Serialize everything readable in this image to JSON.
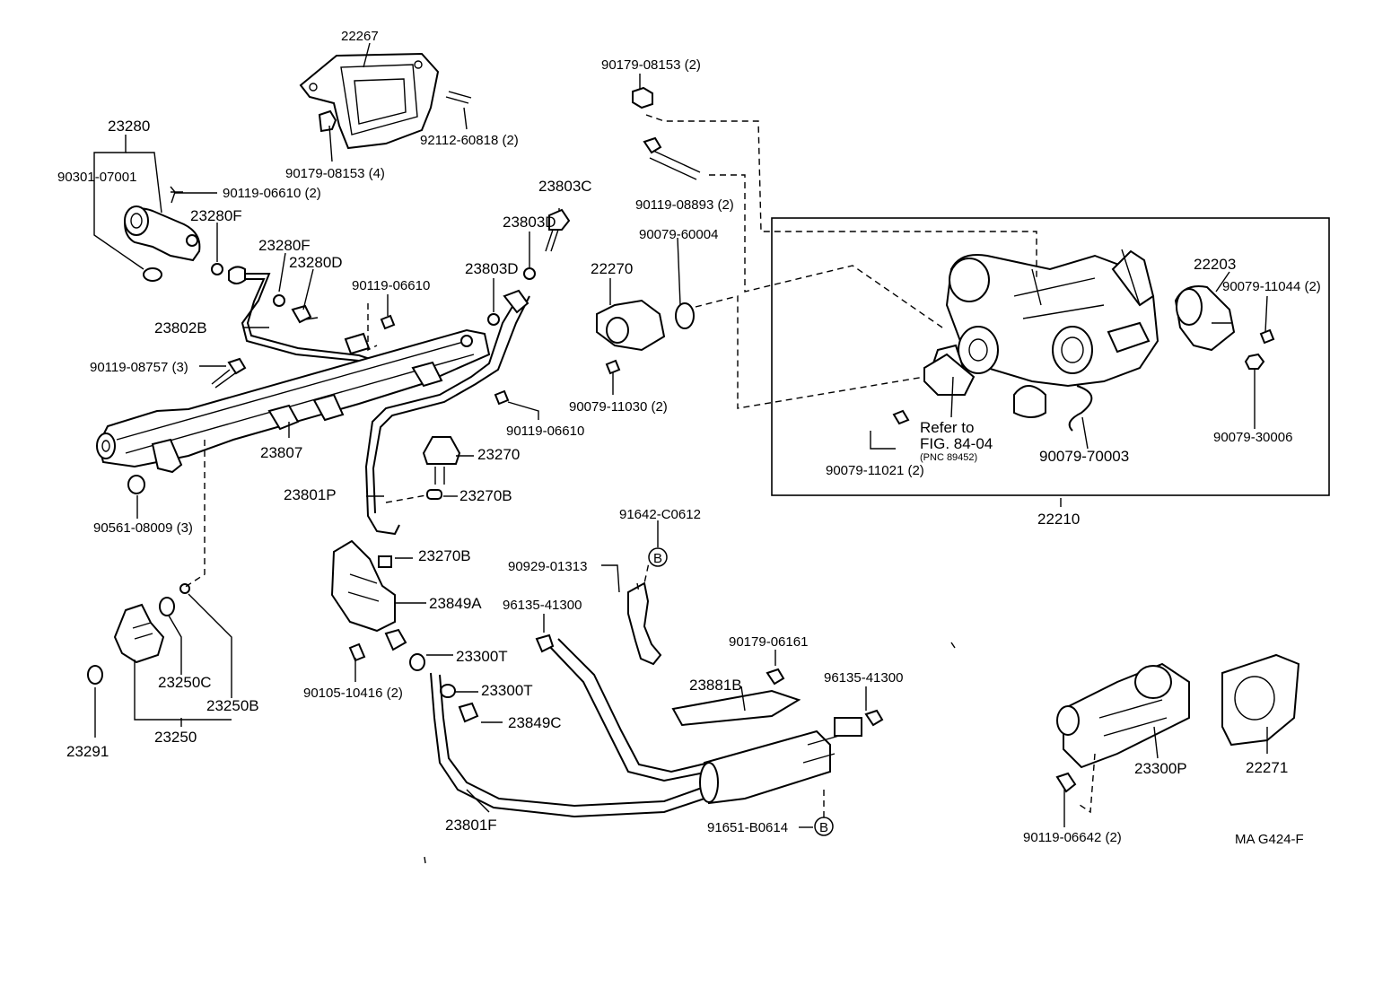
{
  "diagram": {
    "id": "MA G424-F",
    "refer_line1": "Refer to",
    "refer_line2": "FIG. 84-04",
    "refer_line3": "(PNC 89452)",
    "circle_letter": "B",
    "labels": [
      {
        "key": "p22267",
        "text": "22267"
      },
      {
        "key": "p23280",
        "text": "23280"
      },
      {
        "key": "p90301_07001",
        "text": "90301-07001"
      },
      {
        "key": "p90119_06610_2",
        "text": "90119-06610 (2)"
      },
      {
        "key": "p23280F_a",
        "text": "23280F"
      },
      {
        "key": "p23280F_b",
        "text": "23280F"
      },
      {
        "key": "p23280D",
        "text": "23280D"
      },
      {
        "key": "p23802B",
        "text": "23802B"
      },
      {
        "key": "p90119_08757",
        "text": "90119-08757 (3)"
      },
      {
        "key": "p90179_08153_4",
        "text": "90179-08153 (4)"
      },
      {
        "key": "p92112_60818",
        "text": "92112-60818 (2)"
      },
      {
        "key": "p90119_06610_a",
        "text": "90119-06610"
      },
      {
        "key": "p23803C",
        "text": "23803C"
      },
      {
        "key": "p23803D_a",
        "text": "23803D"
      },
      {
        "key": "p23803D_b",
        "text": "23803D"
      },
      {
        "key": "p90179_08153_2",
        "text": "90179-08153 (2)"
      },
      {
        "key": "p90119_08893",
        "text": "90119-08893 (2)"
      },
      {
        "key": "p90079_60004",
        "text": "90079-60004"
      },
      {
        "key": "p22270",
        "text": "22270"
      },
      {
        "key": "p90079_11030",
        "text": "90079-11030 (2)"
      },
      {
        "key": "p90119_06610_b",
        "text": "90119-06610"
      },
      {
        "key": "p23807",
        "text": "23807"
      },
      {
        "key": "p23270",
        "text": "23270"
      },
      {
        "key": "p23270B_a",
        "text": "23270B"
      },
      {
        "key": "p23801P",
        "text": "23801P"
      },
      {
        "key": "p90561_08009",
        "text": "90561-08009 (3)"
      },
      {
        "key": "p23270B_b",
        "text": "23270B"
      },
      {
        "key": "p23849A",
        "text": "23849A"
      },
      {
        "key": "p23300T_a",
        "text": "23300T"
      },
      {
        "key": "p23300T_b",
        "text": "23300T"
      },
      {
        "key": "p23849C",
        "text": "23849C"
      },
      {
        "key": "p90105_10416",
        "text": "90105-10416 (2)"
      },
      {
        "key": "p23250C",
        "text": "23250C"
      },
      {
        "key": "p23250B",
        "text": "23250B"
      },
      {
        "key": "p23250",
        "text": "23250"
      },
      {
        "key": "p23291",
        "text": "23291"
      },
      {
        "key": "p23801F",
        "text": "23801F"
      },
      {
        "key": "p91642_C0612",
        "text": "91642-C0612"
      },
      {
        "key": "p90929_01313",
        "text": "90929-01313"
      },
      {
        "key": "p96135_41300_a",
        "text": "96135-41300"
      },
      {
        "key": "p90179_06161",
        "text": "90179-06161"
      },
      {
        "key": "p96135_41300_b",
        "text": "96135-41300"
      },
      {
        "key": "p23881B",
        "text": "23881B"
      },
      {
        "key": "p91651_B0614",
        "text": "91651-B0614"
      },
      {
        "key": "p22203",
        "text": "22203"
      },
      {
        "key": "p90079_11044",
        "text": "90079-11044 (2)"
      },
      {
        "key": "p90079_30006",
        "text": "90079-30006"
      },
      {
        "key": "p90079_70003",
        "text": "90079-70003"
      },
      {
        "key": "p90079_11021",
        "text": "90079-11021 (2)"
      },
      {
        "key": "p22210",
        "text": "22210"
      },
      {
        "key": "p23300P",
        "text": "23300P"
      },
      {
        "key": "p22271",
        "text": "22271"
      },
      {
        "key": "p90119_06642",
        "text": "90119-06642 (2)"
      }
    ]
  }
}
